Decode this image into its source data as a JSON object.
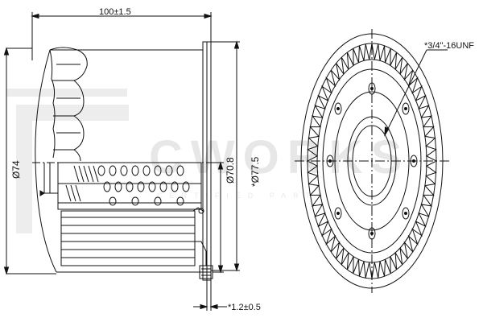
{
  "watermark": {
    "main": "CWORKS",
    "sub": "CERTIFIED PARTS"
  },
  "dimensions": {
    "length": "100±1.5",
    "thread": "*3/4\"-16UNF",
    "inner_diameter": "Ø70.8",
    "gasket_diameter": "*Ø77.5",
    "body_diameter": "Ø74",
    "plate_thickness": "*1.2±0.5"
  },
  "colors": {
    "line": "#111111",
    "watermark": "#e7e7e7"
  }
}
